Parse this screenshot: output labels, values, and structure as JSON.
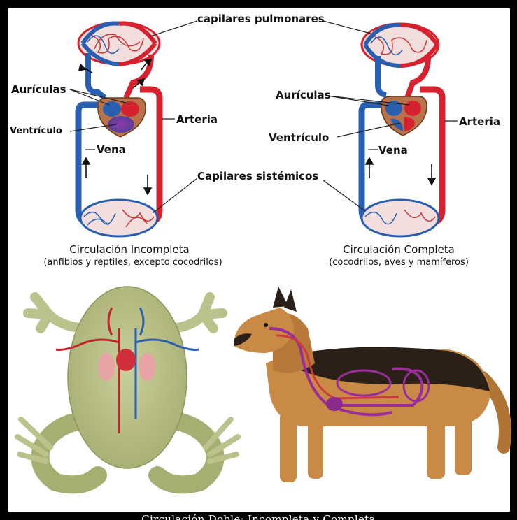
{
  "labels": {
    "capilares_pulmonares": "capilares pulmonares",
    "auriculas_left": "Aurículas",
    "auriculas_right": "Aurículas",
    "ventriculo_left": "Ventrículo",
    "ventriculo_right": "Ventrículo",
    "arteria_left": "Arteria",
    "arteria_right": "Arteria",
    "vena_left": "Vena",
    "vena_right": "Vena",
    "capilares_sistemicos": "Capilares sistémicos"
  },
  "captions": {
    "left_title": "Circulación Incompleta",
    "left_sub": "(anfibios y reptiles, excepto cocodrilos)",
    "right_title": "Circulación Completa",
    "right_sub": "(cocodrilos, aves y mamíferos)"
  },
  "footer": "Circulación Doble: Incompleta y Completa",
  "colors": {
    "artery": "#d6212e",
    "vein": "#2a5fb0",
    "heart": "#b8734a",
    "frog": "#b9c08a",
    "dog_tan": "#c98a45",
    "dog_black": "#2a2018",
    "circuit": "#9b2d9b"
  }
}
